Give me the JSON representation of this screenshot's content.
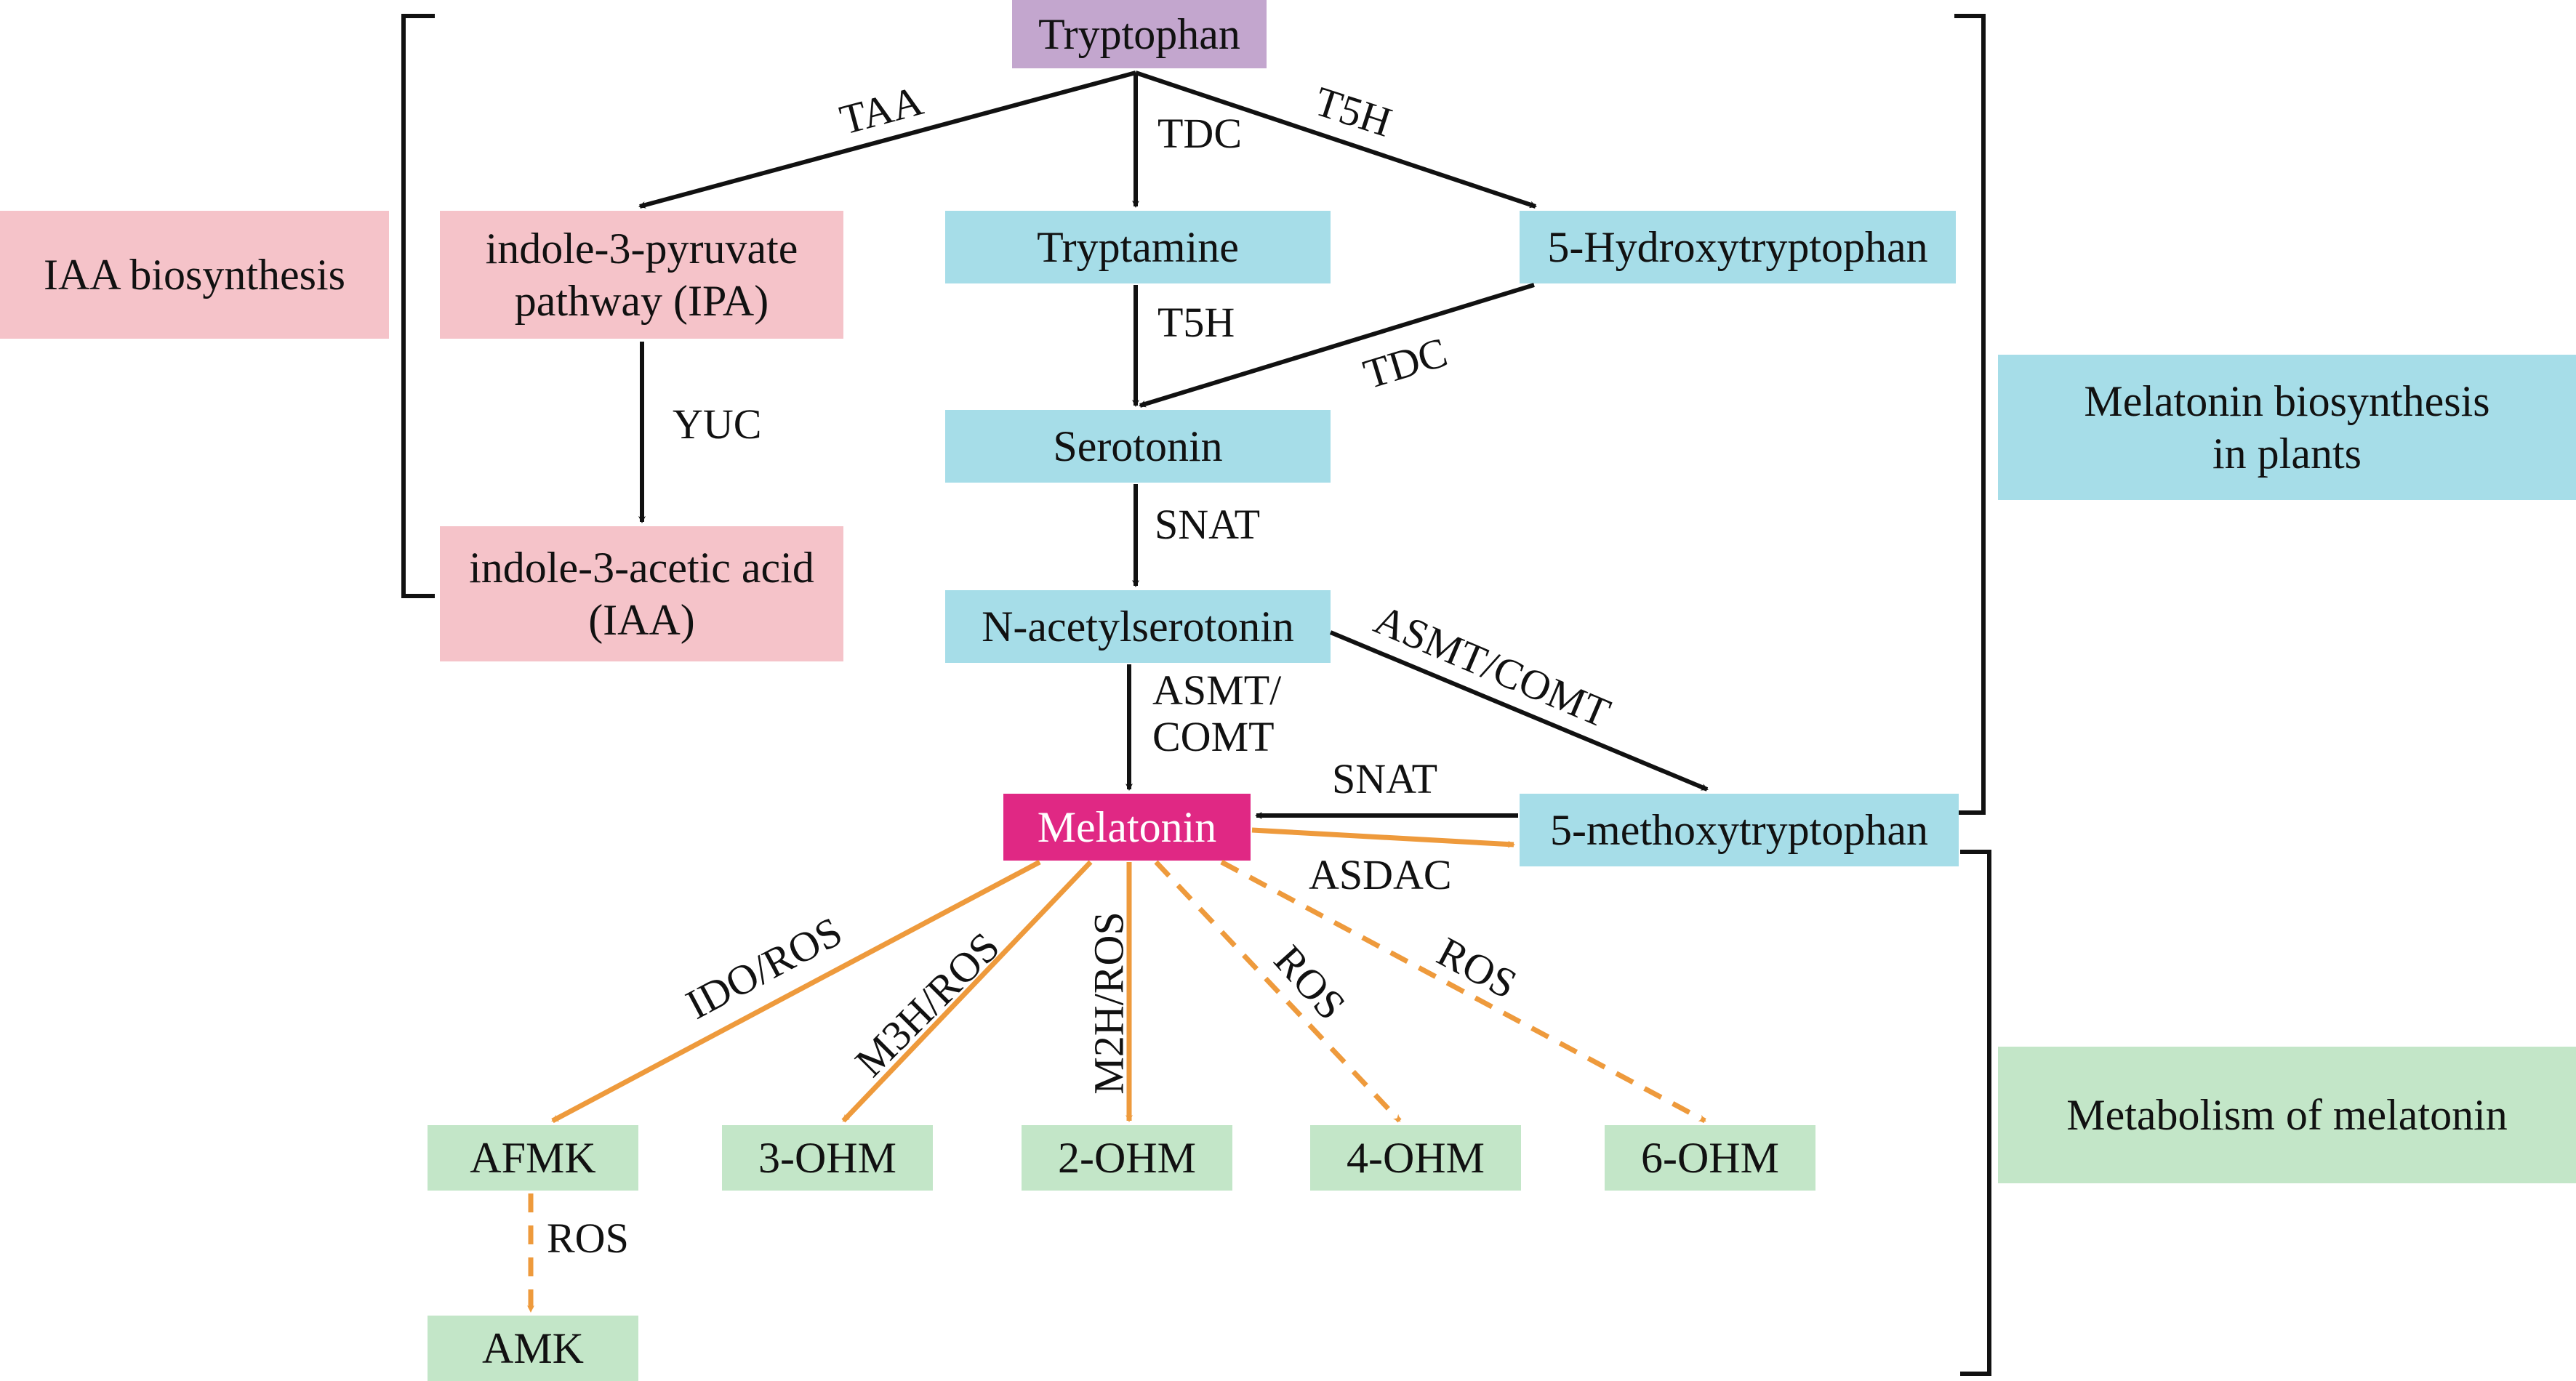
{
  "colors": {
    "purple": "#c3a6ce",
    "pink_light": "#f5c3c9",
    "blue": "#a6dde8",
    "green": "#c3e6c8",
    "magenta": "#e02884",
    "black_arrow": "#111111",
    "orange_arrow": "#ee9a3c"
  },
  "nodes": {
    "tryptophan": "Tryptophan",
    "ipa_l1": "indole-3-pyruvate",
    "ipa_l2": "pathway (IPA)",
    "iaa_l1": "indole-3-acetic acid",
    "iaa_l2": "(IAA)",
    "tryptamine": "Tryptamine",
    "hydroxytryptophan": "5-Hydroxytryptophan",
    "serotonin": "Serotonin",
    "n_acetylserotonin": "N-acetylserotonin",
    "melatonin": "Melatonin",
    "methoxytryptophan": "5-methoxytryptophan",
    "afmk": "AFMK",
    "amk": "AMK",
    "ohm3": "3-OHM",
    "ohm2": "2-OHM",
    "ohm4": "4-OHM",
    "ohm6": "6-OHM"
  },
  "groups": {
    "iaa_biosynthesis": "IAA biosynthesis",
    "melatonin_plants_l1": "Melatonin biosynthesis",
    "melatonin_plants_l2": "in plants",
    "metabolism": "Metabolism of melatonin"
  },
  "enzymes": {
    "taa": "TAA",
    "tdc_top": "TDC",
    "t5h_top": "T5H",
    "yuc": "YUC",
    "t5h_mid": "T5H",
    "tdc_mid": "TDC",
    "snat_mid": "SNAT",
    "asmt_l1": "ASMT/",
    "comt_l2": "COMT",
    "asmt_comt_diag": "ASMT/COMT",
    "snat_low": "SNAT",
    "asdac": "ASDAC",
    "ido_ros": "IDO/ROS",
    "m3h_ros": "M3H/ROS",
    "m2h_ros": "M2H/ROS",
    "ros_4": "ROS",
    "ros_6": "ROS",
    "ros_amk": "ROS"
  }
}
